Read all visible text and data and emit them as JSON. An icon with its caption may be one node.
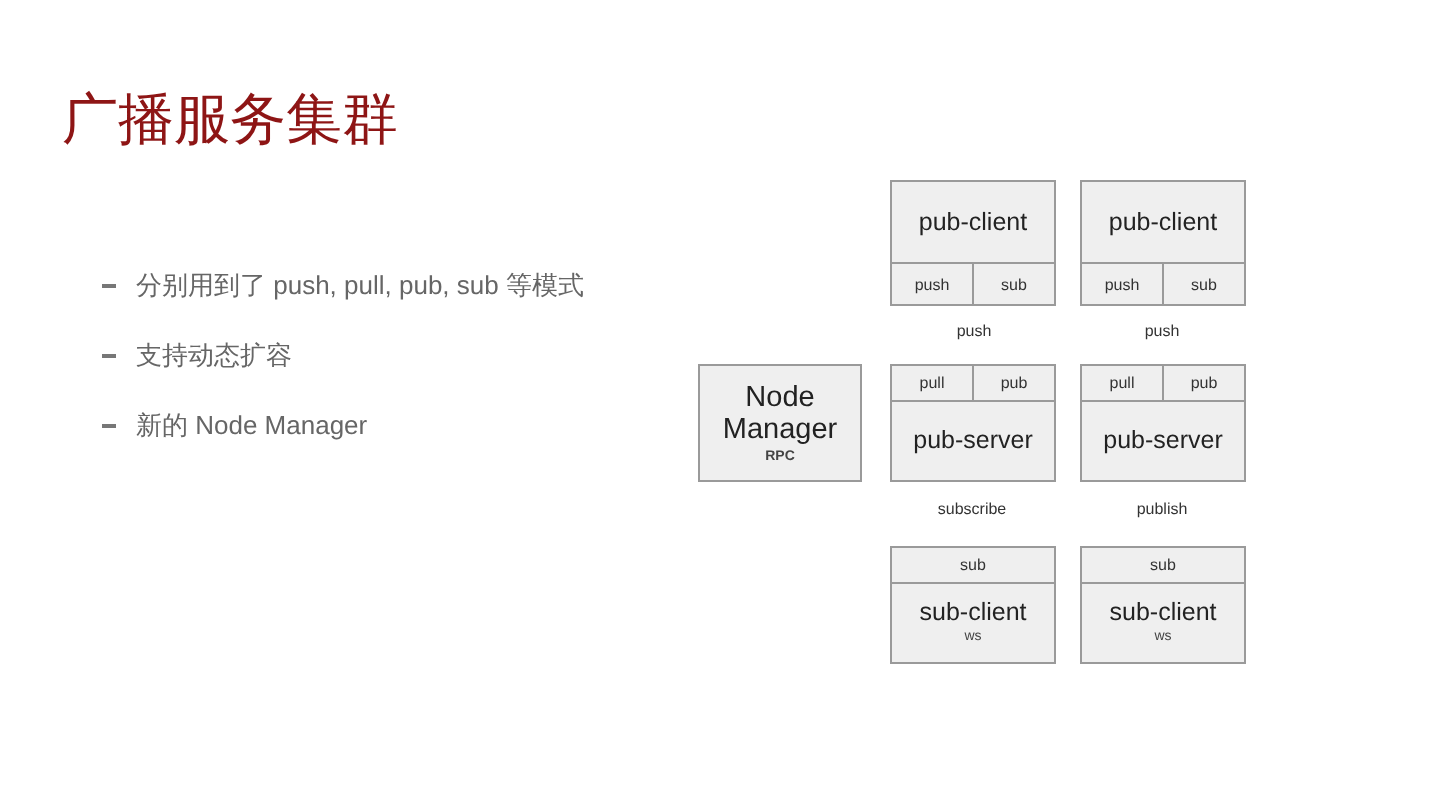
{
  "diagram": {
    "title": "广播服务集群",
    "nodes": [
      {
        "text": [
          "pub-client"
        ]
      },
      {
        "text": [
          "push"
        ],
        "in": 0
      },
      {
        "text": [
          "sub"
        ],
        "in": 0
      },
      {
        "text": [
          "pub-client"
        ]
      },
      {
        "text": [
          "push"
        ],
        "in": 3
      },
      {
        "text": [
          "sub"
        ],
        "in": 3
      },
      {
        "text": [
          "Node Manager",
          "RPC"
        ]
      },
      {
        "text": [
          "pub-server"
        ]
      },
      {
        "text": [
          "pull"
        ],
        "in": 7
      },
      {
        "text": [
          "pub"
        ],
        "in": 7
      },
      {
        "text": [
          "pub-server"
        ]
      },
      {
        "text": [
          "pull"
        ],
        "in": 10
      },
      {
        "text": [
          "pub"
        ],
        "in": 10
      },
      {
        "text": [
          "sub-client",
          "ws"
        ]
      },
      {
        "text": [
          "sub"
        ],
        "in": 13
      },
      {
        "text": [
          "sub-client",
          "ws"
        ]
      },
      {
        "text": [
          "sub"
        ],
        "in": 15
      }
    ],
    "labels": [
      "分别用到了 push, pull, pub, sub 等模式",
      "支持动态扩容",
      "新的 Node Manager",
      "push",
      "push",
      "subscribe",
      "publish"
    ]
  }
}
